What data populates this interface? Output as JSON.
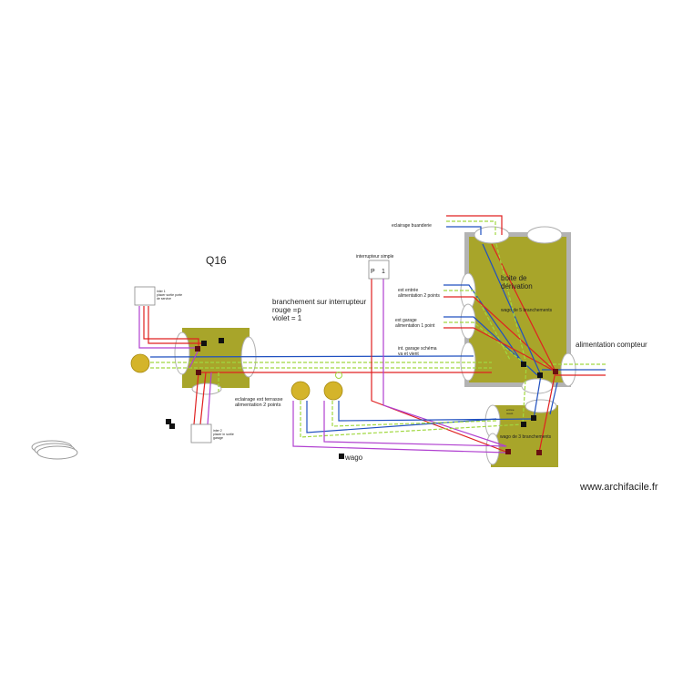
{
  "watermark": "www.archifacile.fr",
  "q_label": "Q16",
  "note": {
    "line1": "branchement sur interrupteur",
    "line2": "rouge =p",
    "line3": "violet = 1"
  },
  "labels": {
    "eclairage_buanderie": "eclairage buanderie",
    "interrupteur_simple": "interrupteur simple",
    "switch_p": "P",
    "switch_1": "1",
    "boite_l1": "boite de",
    "boite_l2": "dérivation",
    "ext_entree_l1": "ext entrée",
    "ext_entree_l2": "alimentation 2 points",
    "ext_garage_l1": "ext garage",
    "ext_garage_l2": "alimentation 1 point",
    "int_garage_l1": "int. garage schéma",
    "int_garage_l2": "va et vient",
    "wago5": "wago de  5 branchements",
    "alim_compteur": "alimentation compteur",
    "eclairage_terrasse_l1": "eclairage ext terrasse",
    "eclairage_terrasse_l2": "alimentation 2 points",
    "wago3": "wago de 3 branchements",
    "wago_legend": "wago",
    "sw1_l1": "inter 1",
    "sw1_l2": "placer sortie porte",
    "sw1_l3": "de service",
    "sw2_l1": "inter 2",
    "sw2_l2": "placer in sortie",
    "sw2_l3": "garage",
    "small_box_l1": "entrée",
    "small_box_l2": "ouest"
  },
  "colors": {
    "junction_box": "#a8a52a",
    "box_border": "#b0b0b0",
    "lamp": "#d4b42a",
    "phase": "#e02020",
    "neutral": "#2050c0",
    "earth": "#a0d840",
    "switched": "#b040d0",
    "wago": "#6a1010"
  }
}
